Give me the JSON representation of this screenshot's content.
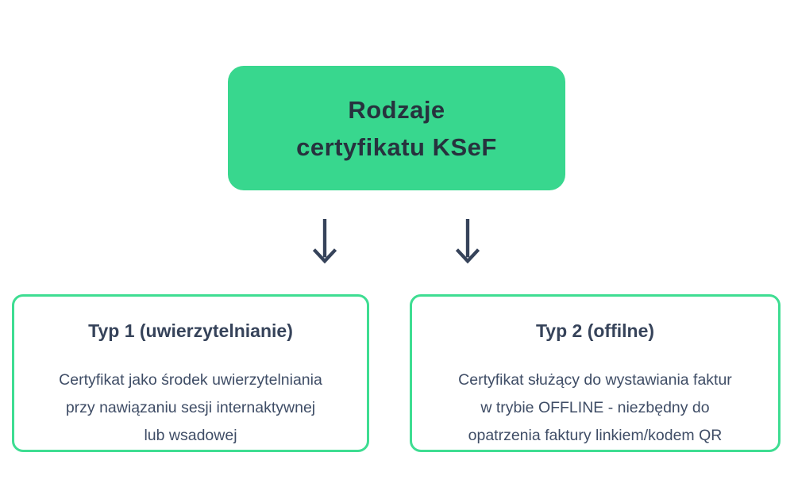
{
  "colors": {
    "green_fill": "#38d78e",
    "green_border": "#3edd92",
    "title_text": "#27323e",
    "heading_text": "#36435a",
    "body_text": "#3f4d66",
    "arrow": "#36435a"
  },
  "root_box": {
    "title": "Rodzaje\ncertyfikatu KSeF"
  },
  "cards": [
    {
      "heading": "Typ 1 (uwierzytelnianie)",
      "body": "Certyfikat jako środek uwierzytelniania\nprzy nawiązaniu sesji internaktywnej\nlub wsadowej"
    },
    {
      "heading": "Typ 2 (offilne)",
      "body": "Certyfikat służący do wystawiania faktur\nw trybie OFFLINE - niezbędny do\nopatrzenia faktury linkiem/kodem QR"
    }
  ]
}
